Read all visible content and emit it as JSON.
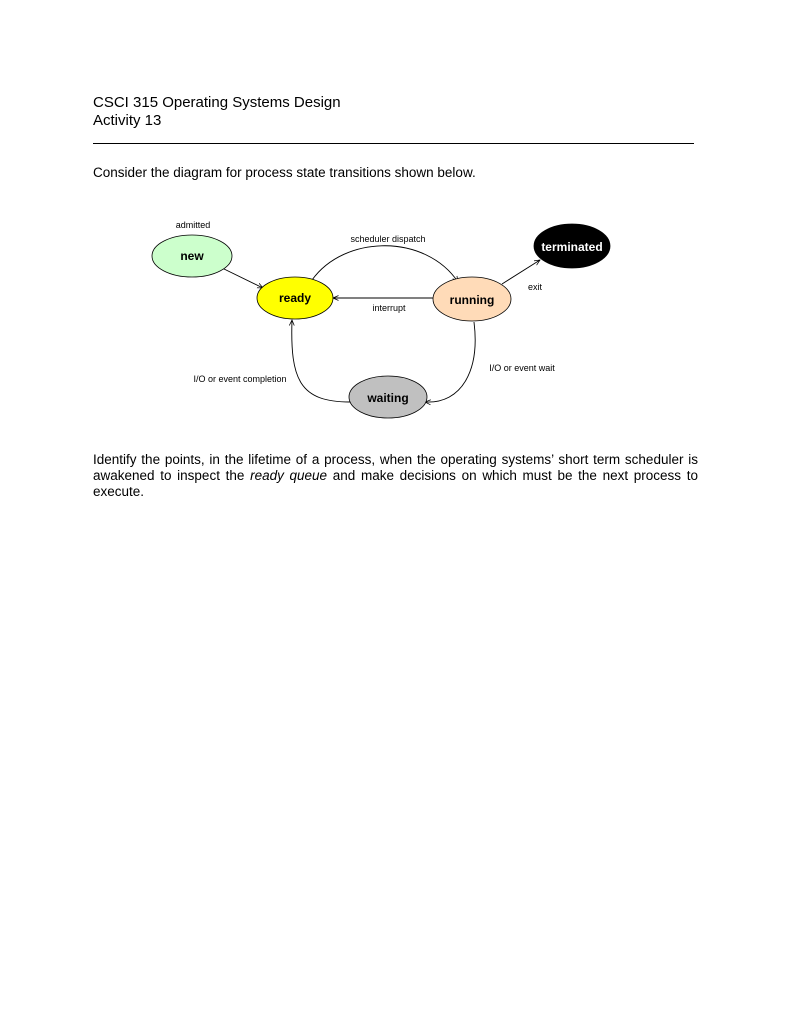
{
  "header": {
    "course": "CSCI 315 Operating Systems Design",
    "activity": "Activity 13"
  },
  "intro": "Consider the diagram for process state transitions shown below.",
  "diagram": {
    "states": {
      "new": {
        "label": "new",
        "fill": "#ccffcc"
      },
      "ready": {
        "label": "ready",
        "fill": "#ffff00"
      },
      "running": {
        "label": "running",
        "fill": "#ffdbb8"
      },
      "terminated": {
        "label": "terminated",
        "fill": "#000000"
      },
      "waiting": {
        "label": "waiting",
        "fill": "#c0c0c0"
      }
    },
    "transitions": {
      "admitted": "admitted",
      "scheduler_dispatch": "scheduler dispatch",
      "interrupt": "interrupt",
      "exit": "exit",
      "io_wait": "I/O or event wait",
      "io_completion": "I/O or event completion"
    }
  },
  "question": {
    "part1": "Identify the points, in the lifetime of a process, when the operating systems’ short term scheduler is awakened to inspect the ",
    "emphasis": "ready queue",
    "part2": " and make decisions on which must be the next process to execute."
  }
}
